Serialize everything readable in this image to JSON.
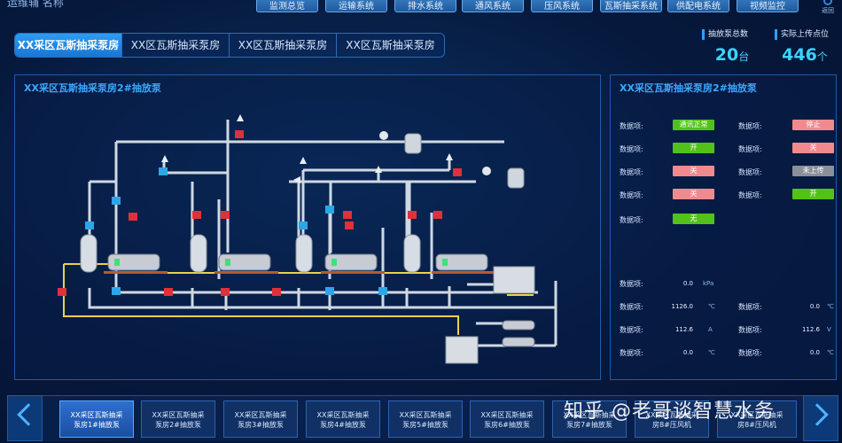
{
  "header": {
    "system_title": "运维辅 名称",
    "nav": [
      "监测总览",
      "运输系统",
      "排水系统",
      "通风系统",
      "压风系统",
      "瓦斯抽采系统",
      "供配电系统",
      "视频监控"
    ],
    "return_label": "返回"
  },
  "tabs": [
    {
      "label": "XX采区瓦斯抽采泵房",
      "active": true
    },
    {
      "label": "XX区瓦斯抽采泵房",
      "active": false
    },
    {
      "label": "XX区瓦斯抽采泵房",
      "active": false
    },
    {
      "label": "XX区瓦斯抽采泵房",
      "active": false
    }
  ],
  "stats": {
    "total_pumps": {
      "label": "抽放泵总数",
      "value": "20",
      "unit": "台"
    },
    "upload_points": {
      "label": "实际上传点位",
      "value": "446",
      "unit": "个"
    }
  },
  "diagram_panel": {
    "title": "XX采区瓦斯抽采泵房2#抽放泵"
  },
  "data_panel": {
    "title": "XX采区瓦斯抽采泵房2#抽放泵",
    "label": "数据项:",
    "status_left": [
      {
        "text": "通讯正常",
        "color": "#52c21a"
      },
      {
        "text": "开",
        "color": "#52c21a"
      },
      {
        "text": "关",
        "color": "#f08a8f"
      },
      {
        "text": "关",
        "color": "#f08a8f"
      },
      {
        "text": "无",
        "color": "#52c21a"
      }
    ],
    "status_right": [
      {
        "text": "停止",
        "color": "#f08a8f"
      },
      {
        "text": "关",
        "color": "#f08a8f"
      },
      {
        "text": "未上传",
        "color": "#8a8f99"
      },
      {
        "text": "开",
        "color": "#52c21a"
      }
    ],
    "values_left": [
      {
        "value": "0.0",
        "unit": "kPa"
      },
      {
        "value": "1126.0",
        "unit": "℃"
      },
      {
        "value": "112.6",
        "unit": "A"
      },
      {
        "value": "0.0",
        "unit": "℃"
      }
    ],
    "values_right": [
      {
        "value": "0.0",
        "unit": "℃"
      },
      {
        "value": "112.6",
        "unit": "V"
      },
      {
        "value": "0.0",
        "unit": "℃"
      }
    ]
  },
  "bottom": {
    "cards": [
      {
        "line1": "XX采区瓦斯抽采",
        "line2": "泵房1#抽放泵",
        "active": true
      },
      {
        "line1": "XX采区瓦斯抽采",
        "line2": "泵房2#抽放泵",
        "active": false
      },
      {
        "line1": "XX采区瓦斯抽采",
        "line2": "泵房3#抽放泵",
        "active": false
      },
      {
        "line1": "XX采区瓦斯抽采",
        "line2": "泵房4#抽放泵",
        "active": false
      },
      {
        "line1": "XX采区瓦斯抽采",
        "line2": "泵房5#抽放泵",
        "active": false
      },
      {
        "line1": "XX采区瓦斯抽采",
        "line2": "泵房6#抽放泵",
        "active": false
      },
      {
        "line1": "XX采区瓦斯抽采",
        "line2": "泵房7#抽放泵",
        "active": false
      },
      {
        "line1": "XX采区瓦斯抽采",
        "line2": "房8#压风机",
        "active": false
      },
      {
        "line1": "XX采区瓦斯抽采",
        "line2": "房8#压风机",
        "active": false
      }
    ],
    "prev_icon": "chevron-left-icon",
    "next_icon": "chevron-right-icon"
  },
  "watermark": "知乎 @老哥谈智慧水务",
  "colors": {
    "accent": "#2e9cf2",
    "pipe": "#cfd8e3",
    "power_line": "#e8d24a",
    "valve_red": "#e0303a",
    "valve_blue": "#2aa7e8"
  }
}
